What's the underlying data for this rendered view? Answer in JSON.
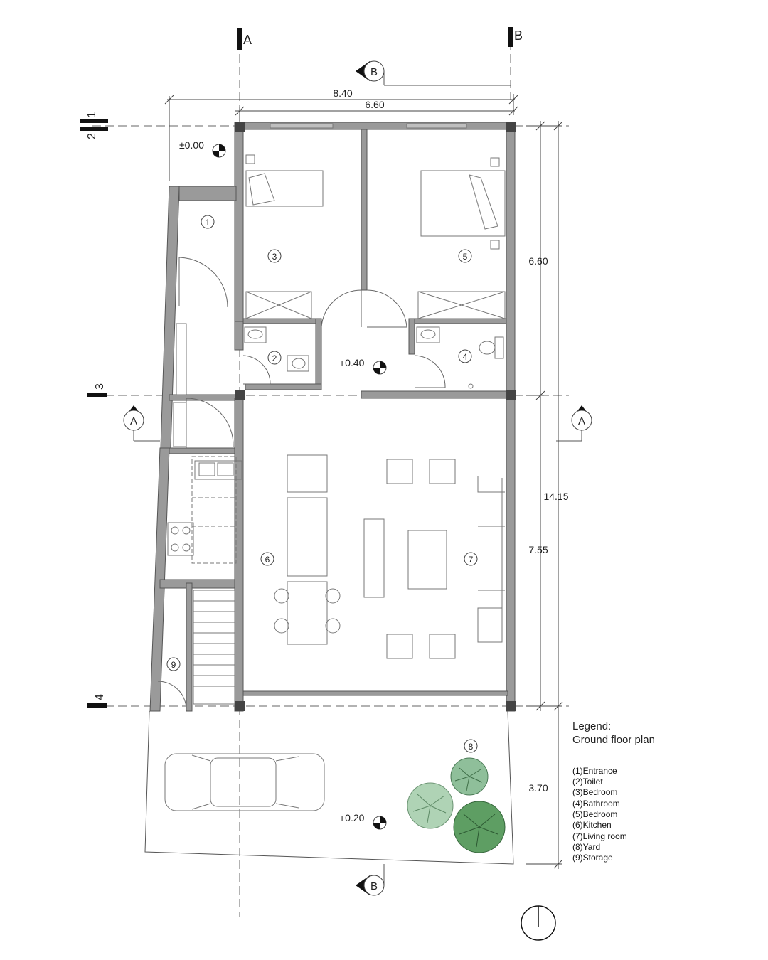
{
  "grid_axes": {
    "section_a_top": "A",
    "section_b_top": "B",
    "axis_1": "1",
    "axis_2": "2",
    "axis_3": "3",
    "axis_4": "4"
  },
  "section_markers": {
    "b_top": "B",
    "b_bottom": "B",
    "a_left": "A",
    "a_right": "A"
  },
  "dimensions": {
    "overall_width": "8.40",
    "inner_width": "6.60",
    "total_depth": "14.15",
    "depth_top": "6.60",
    "depth_middle": "7.55",
    "depth_yard": "3.70"
  },
  "levels": {
    "entrance": "±0.00",
    "hall": "+0.40",
    "yard": "+0.20"
  },
  "room_numbers": {
    "r1": "1",
    "r2": "2",
    "r3": "3",
    "r4": "4",
    "r5": "5",
    "r6": "6",
    "r7": "7",
    "r8": "8",
    "r9": "9"
  },
  "legend": {
    "title": "Legend:",
    "subtitle": "Ground floor plan",
    "items": [
      "(1)Entrance",
      "(2)Toilet",
      "(3)Bedroom",
      "(4)Bathroom",
      "(5)Bedroom",
      "(6)Kitchen",
      "(7)Living room",
      "(8)Yard",
      "(9)Storage"
    ]
  },
  "colors": {
    "wall_fill": "#9a9a9a",
    "column_fill": "#444444",
    "tree_light": "#8fbf9a",
    "tree_dark": "#5e9e63"
  },
  "icons": {
    "north_arrow": "north-arrow-icon",
    "section_marker": "section-marker-icon",
    "level_marker": "level-marker-icon"
  }
}
